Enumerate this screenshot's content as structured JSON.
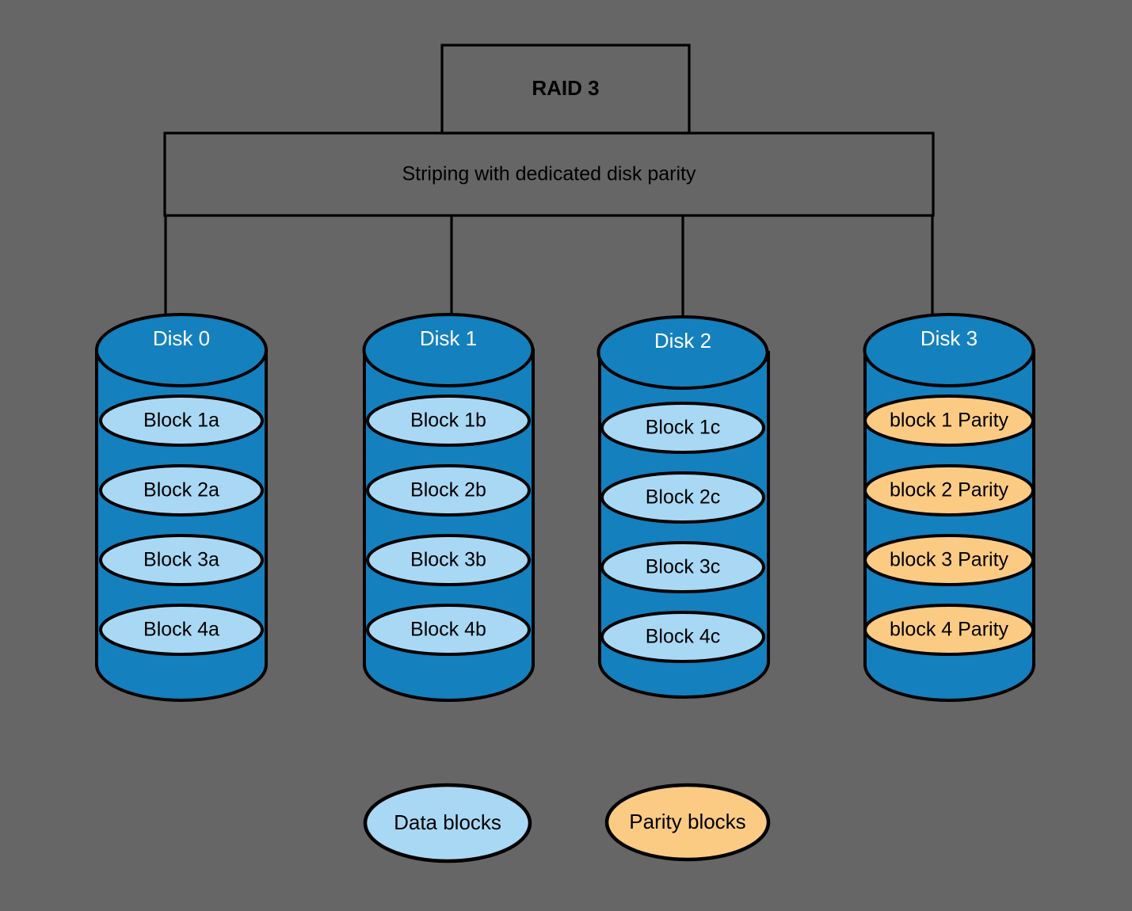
{
  "diagram": {
    "title": "RAID 3",
    "subtitle": "Striping with dedicated disk parity",
    "background_color": "#666666",
    "outline_color": "#000000"
  },
  "colors": {
    "disk_body": "#1580be",
    "data_block": "#a9d8f4",
    "parity_block": "#fbcb84",
    "disk_label_text": "#ffffff",
    "block_label_text": "#000000"
  },
  "disks": [
    {
      "label": "Disk 0",
      "type": "data",
      "blocks": [
        {
          "label": "Block 1a",
          "kind": "data"
        },
        {
          "label": "Block 2a",
          "kind": "data"
        },
        {
          "label": "Block 3a",
          "kind": "data"
        },
        {
          "label": "Block 4a",
          "kind": "data"
        }
      ]
    },
    {
      "label": "Disk 1",
      "type": "data",
      "blocks": [
        {
          "label": "Block 1b",
          "kind": "data"
        },
        {
          "label": "Block 2b",
          "kind": "data"
        },
        {
          "label": "Block 3b",
          "kind": "data"
        },
        {
          "label": "Block 4b",
          "kind": "data"
        }
      ]
    },
    {
      "label": "Disk 2",
      "type": "data",
      "blocks": [
        {
          "label": "Block 1c",
          "kind": "data"
        },
        {
          "label": "Block 2c",
          "kind": "data"
        },
        {
          "label": "Block 3c",
          "kind": "data"
        },
        {
          "label": "Block 4c",
          "kind": "data"
        }
      ]
    },
    {
      "label": "Disk 3",
      "type": "parity",
      "blocks": [
        {
          "label": "block 1 Parity",
          "kind": "parity"
        },
        {
          "label": "block 2 Parity",
          "kind": "parity"
        },
        {
          "label": "block 3 Parity",
          "kind": "parity"
        },
        {
          "label": "block 4 Parity",
          "kind": "parity"
        }
      ]
    }
  ],
  "legend": [
    {
      "label": "Data blocks",
      "kind": "data"
    },
    {
      "label": "Parity blocks",
      "kind": "parity"
    }
  ]
}
